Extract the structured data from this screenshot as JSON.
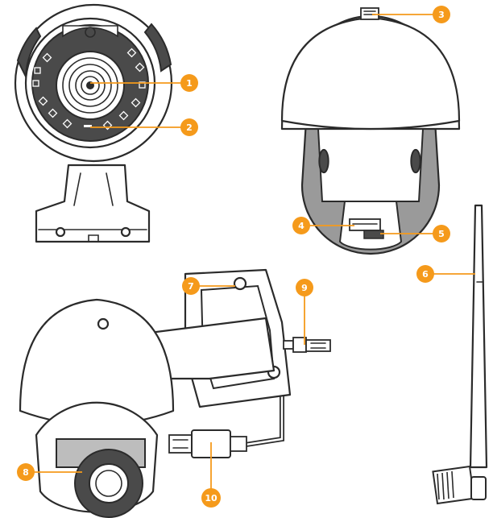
{
  "diagram": {
    "accent_color": "#f59a1b",
    "callouts": [
      {
        "number": "1"
      },
      {
        "number": "2"
      },
      {
        "number": "3"
      },
      {
        "number": "4"
      },
      {
        "number": "5"
      },
      {
        "number": "6"
      },
      {
        "number": "7"
      },
      {
        "number": "8"
      },
      {
        "number": "9"
      },
      {
        "number": "10"
      }
    ]
  }
}
